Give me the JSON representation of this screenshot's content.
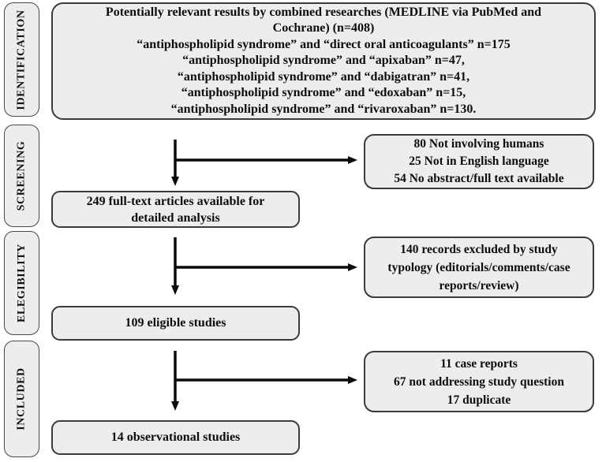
{
  "colors": {
    "background": "#ffffff",
    "box_fill": "#ededed",
    "box_border": "#3b3b3b",
    "arrow": "#0a0a0a",
    "text": "#0d0d0d"
  },
  "sidebar": {
    "items": [
      {
        "label": "IDENTIFICATION"
      },
      {
        "label": "SCREENING"
      },
      {
        "label": "ELEGIBILITY"
      },
      {
        "label": "INCLUDED"
      }
    ]
  },
  "boxes": {
    "identification": {
      "lines": [
        "Potentially relevant results by combined researches (MEDLINE via PubMed and",
        "Cochrane) (n=408)",
        "“antiphospholipid syndrome” and “direct oral anticoagulants” n=175",
        "“antiphospholipid syndrome” and “apixaban” n=47,",
        "“antiphospholipid syndrome” and “dabigatran” n=41,",
        "“antiphospholipid syndrome” and “edoxaban” n=15,",
        "“antiphospholipid syndrome” and “rivaroxaban” n=130."
      ]
    },
    "excluded_screening": {
      "lines": [
        "80 Not involving humans",
        "25 Not in English language",
        "54 No abstract/full text available"
      ]
    },
    "screening": {
      "lines": [
        "249 full-text articles available for",
        "detailed  analysis"
      ]
    },
    "excluded_eligibility": {
      "lines": [
        "140 records excluded by study",
        "typology (editorials/comments/case",
        "reports/review)"
      ]
    },
    "eligibility": {
      "lines": [
        "109 eligible studies"
      ]
    },
    "excluded_included": {
      "lines": [
        "11 case reports",
        "67 not addressing study question",
        "17 duplicate"
      ]
    },
    "included": {
      "lines": [
        "14 observational studies"
      ]
    }
  },
  "counts": {
    "combined_results": 408,
    "direct_oral_anticoagulants": 175,
    "apixaban": 47,
    "dabigatran": 41,
    "edoxaban": 15,
    "rivaroxaban": 130,
    "not_involving_humans": 80,
    "not_english": 25,
    "no_abstract_full_text": 54,
    "full_text_articles": 249,
    "excluded_by_typology": 140,
    "eligible_studies": 109,
    "case_reports": 11,
    "not_addressing_question": 67,
    "duplicate": 17,
    "observational_studies": 14
  }
}
